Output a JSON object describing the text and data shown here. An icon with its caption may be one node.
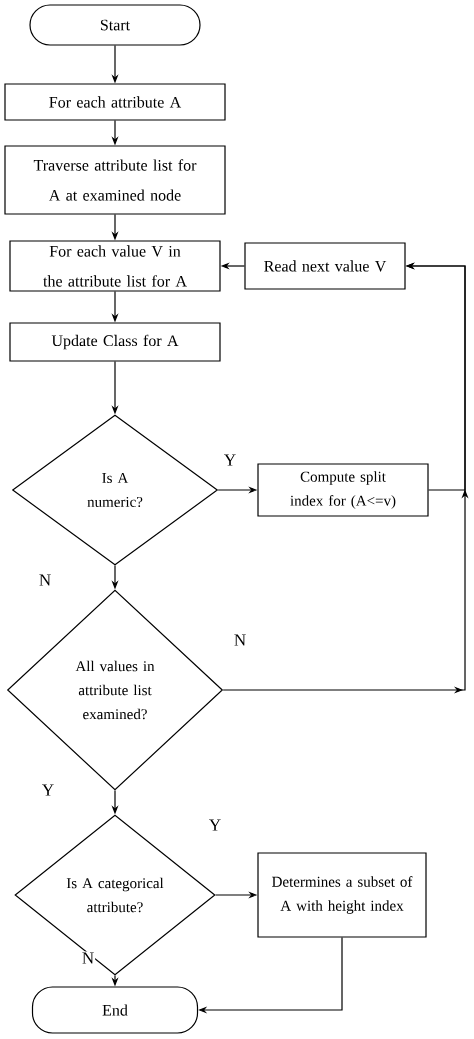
{
  "diagram": {
    "nodes": [
      {
        "text": [
          "Start"
        ]
      },
      {
        "text": [
          "For each attribute A"
        ]
      },
      {
        "text": [
          "Traverse attribute list for A at examined node"
        ]
      },
      {
        "text": [
          "For each value V in the attribute list for A"
        ]
      },
      {
        "text": [
          "Read next value V"
        ]
      },
      {
        "text": [
          "Update Class for A"
        ]
      },
      {
        "text": [
          "Is A numeric?"
        ]
      },
      {
        "text": [
          "Compute split index for (A<=v)"
        ]
      },
      {
        "text": [
          "All values in attribute list examined?"
        ]
      },
      {
        "text": [
          "Is A categorical attribute?"
        ]
      },
      {
        "text": [
          "Determines a subset of A with height index"
        ]
      },
      {
        "text": [
          "End"
        ]
      }
    ],
    "edges": [
      {
        "from": 0,
        "to": 1,
        "arrow": "to"
      },
      {
        "from": 1,
        "to": 2,
        "arrow": "to"
      },
      {
        "from": 2,
        "to": 3,
        "arrow": "to"
      },
      {
        "from": 4,
        "to": 3,
        "arrow": "to"
      },
      {
        "from": 3,
        "to": 5,
        "arrow": "to"
      },
      {
        "from": 5,
        "to": 6,
        "arrow": "to"
      },
      {
        "from": 6,
        "to": 7,
        "arrow": "to",
        "label": "Y"
      },
      {
        "from": 6,
        "to": 8,
        "arrow": "to",
        "label": "N"
      },
      {
        "from": 7,
        "to": 4,
        "arrow": "to"
      },
      {
        "from": 8,
        "to": 4,
        "arrow": "to",
        "label": "N"
      },
      {
        "from": 8,
        "to": 9,
        "arrow": "to",
        "label": "Y"
      },
      {
        "from": 9,
        "to": 10,
        "arrow": "to",
        "label": "Y"
      },
      {
        "from": 9,
        "to": 11,
        "arrow": "to",
        "label": "N"
      },
      {
        "from": 10,
        "to": 11,
        "arrow": "to"
      }
    ]
  }
}
